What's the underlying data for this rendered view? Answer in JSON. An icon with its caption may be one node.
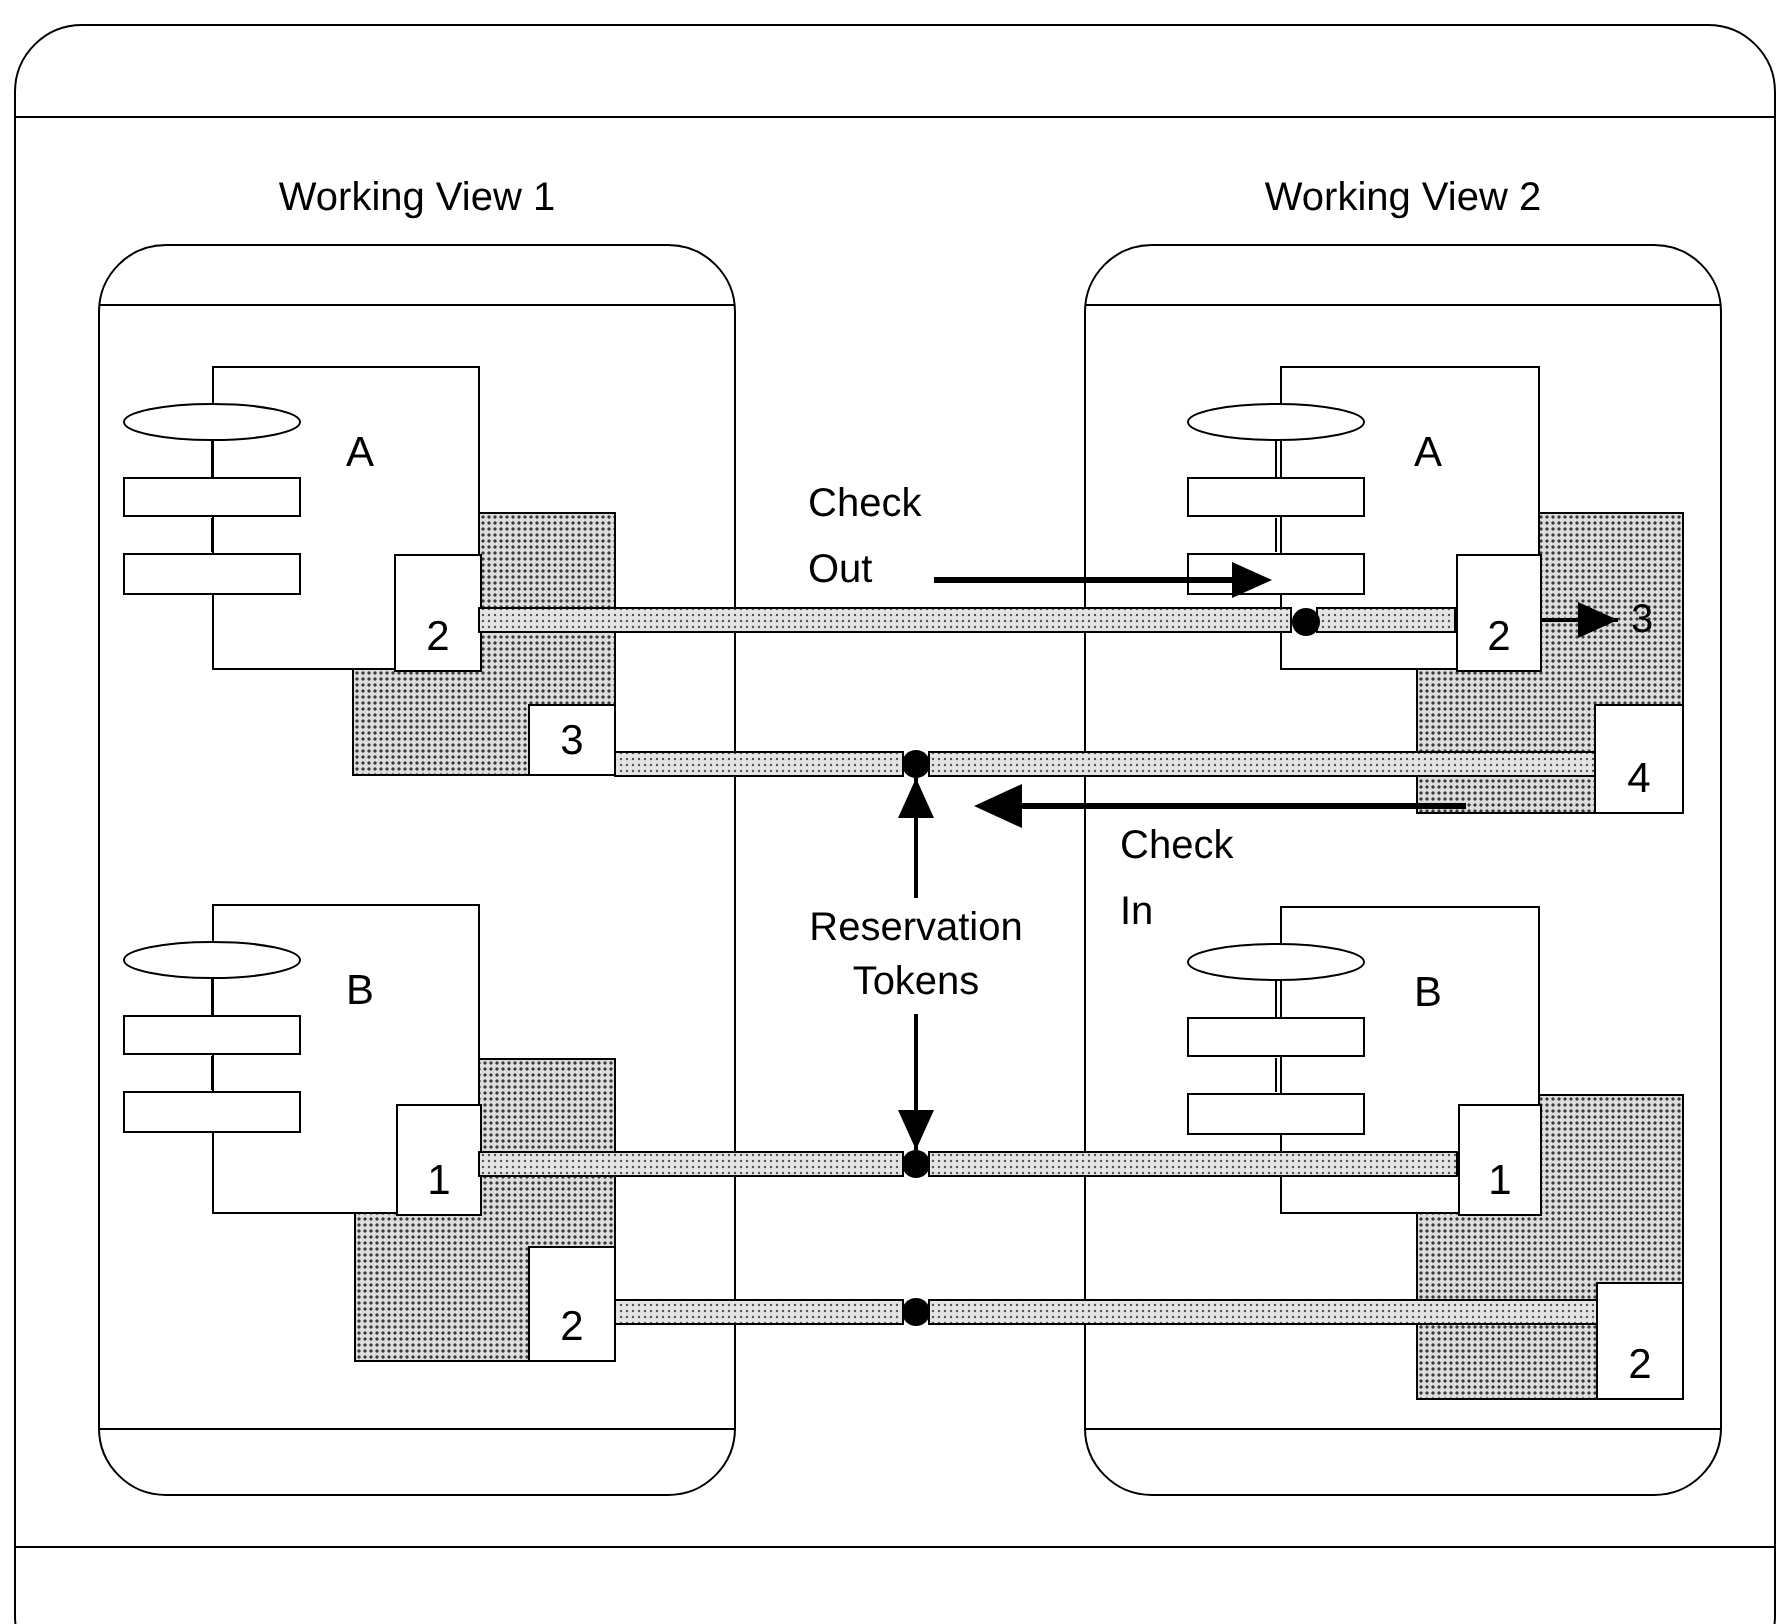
{
  "diagram": {
    "nodes": [
      {
        "text": [
          "Working View 1"
        ]
      },
      {
        "text": [
          "Working View 2"
        ]
      },
      {
        "text": [
          "A"
        ],
        "in": 0
      },
      {
        "text": [
          "2"
        ],
        "in": 2
      },
      {
        "text": [
          "3"
        ],
        "in": 0
      },
      {
        "text": [
          "A"
        ],
        "in": 1
      },
      {
        "text": [
          "2"
        ],
        "in": 5
      },
      {
        "text": [
          "3"
        ],
        "in": 1
      },
      {
        "text": [
          "4"
        ],
        "in": 1
      },
      {
        "text": [],
        "shape": "circle",
        "in": 5
      },
      {
        "text": [],
        "shape": "circle"
      },
      {
        "text": [
          "Reservation Tokens"
        ]
      },
      {
        "text": [
          "B"
        ],
        "in": 0
      },
      {
        "text": [
          "1"
        ],
        "in": 12
      },
      {
        "text": [
          "2"
        ],
        "in": 0
      },
      {
        "text": [
          "B"
        ],
        "in": 1
      },
      {
        "text": [
          "1"
        ],
        "in": 15
      },
      {
        "text": [
          "2"
        ],
        "in": 1
      },
      {
        "text": [],
        "shape": "circle"
      },
      {
        "text": [],
        "shape": "circle"
      }
    ],
    "edges": [
      {
        "from": 3,
        "to": 9,
        "arrow": "none",
        "style": "thick"
      },
      {
        "from": 9,
        "to": 6,
        "arrow": "none",
        "style": "thick"
      },
      {
        "from": 4,
        "to": 10,
        "arrow": "none",
        "style": "thick"
      },
      {
        "from": 10,
        "to": 8,
        "arrow": "none",
        "style": "thick"
      },
      {
        "from": 13,
        "to": 18,
        "arrow": "none",
        "style": "thick"
      },
      {
        "from": 18,
        "to": 16,
        "arrow": "none",
        "style": "thick"
      },
      {
        "from": 14,
        "to": 19,
        "arrow": "none",
        "style": "thick"
      },
      {
        "from": 19,
        "to": 17,
        "arrow": "none",
        "style": "thick"
      },
      {
        "from": 6,
        "to": 7,
        "arrow": "to"
      },
      {
        "from": 11,
        "to": 10,
        "arrow": "to"
      },
      {
        "from": 11,
        "to": 18,
        "arrow": "to"
      }
    ],
    "labels": [
      "Check Out",
      "Check In"
    ]
  }
}
